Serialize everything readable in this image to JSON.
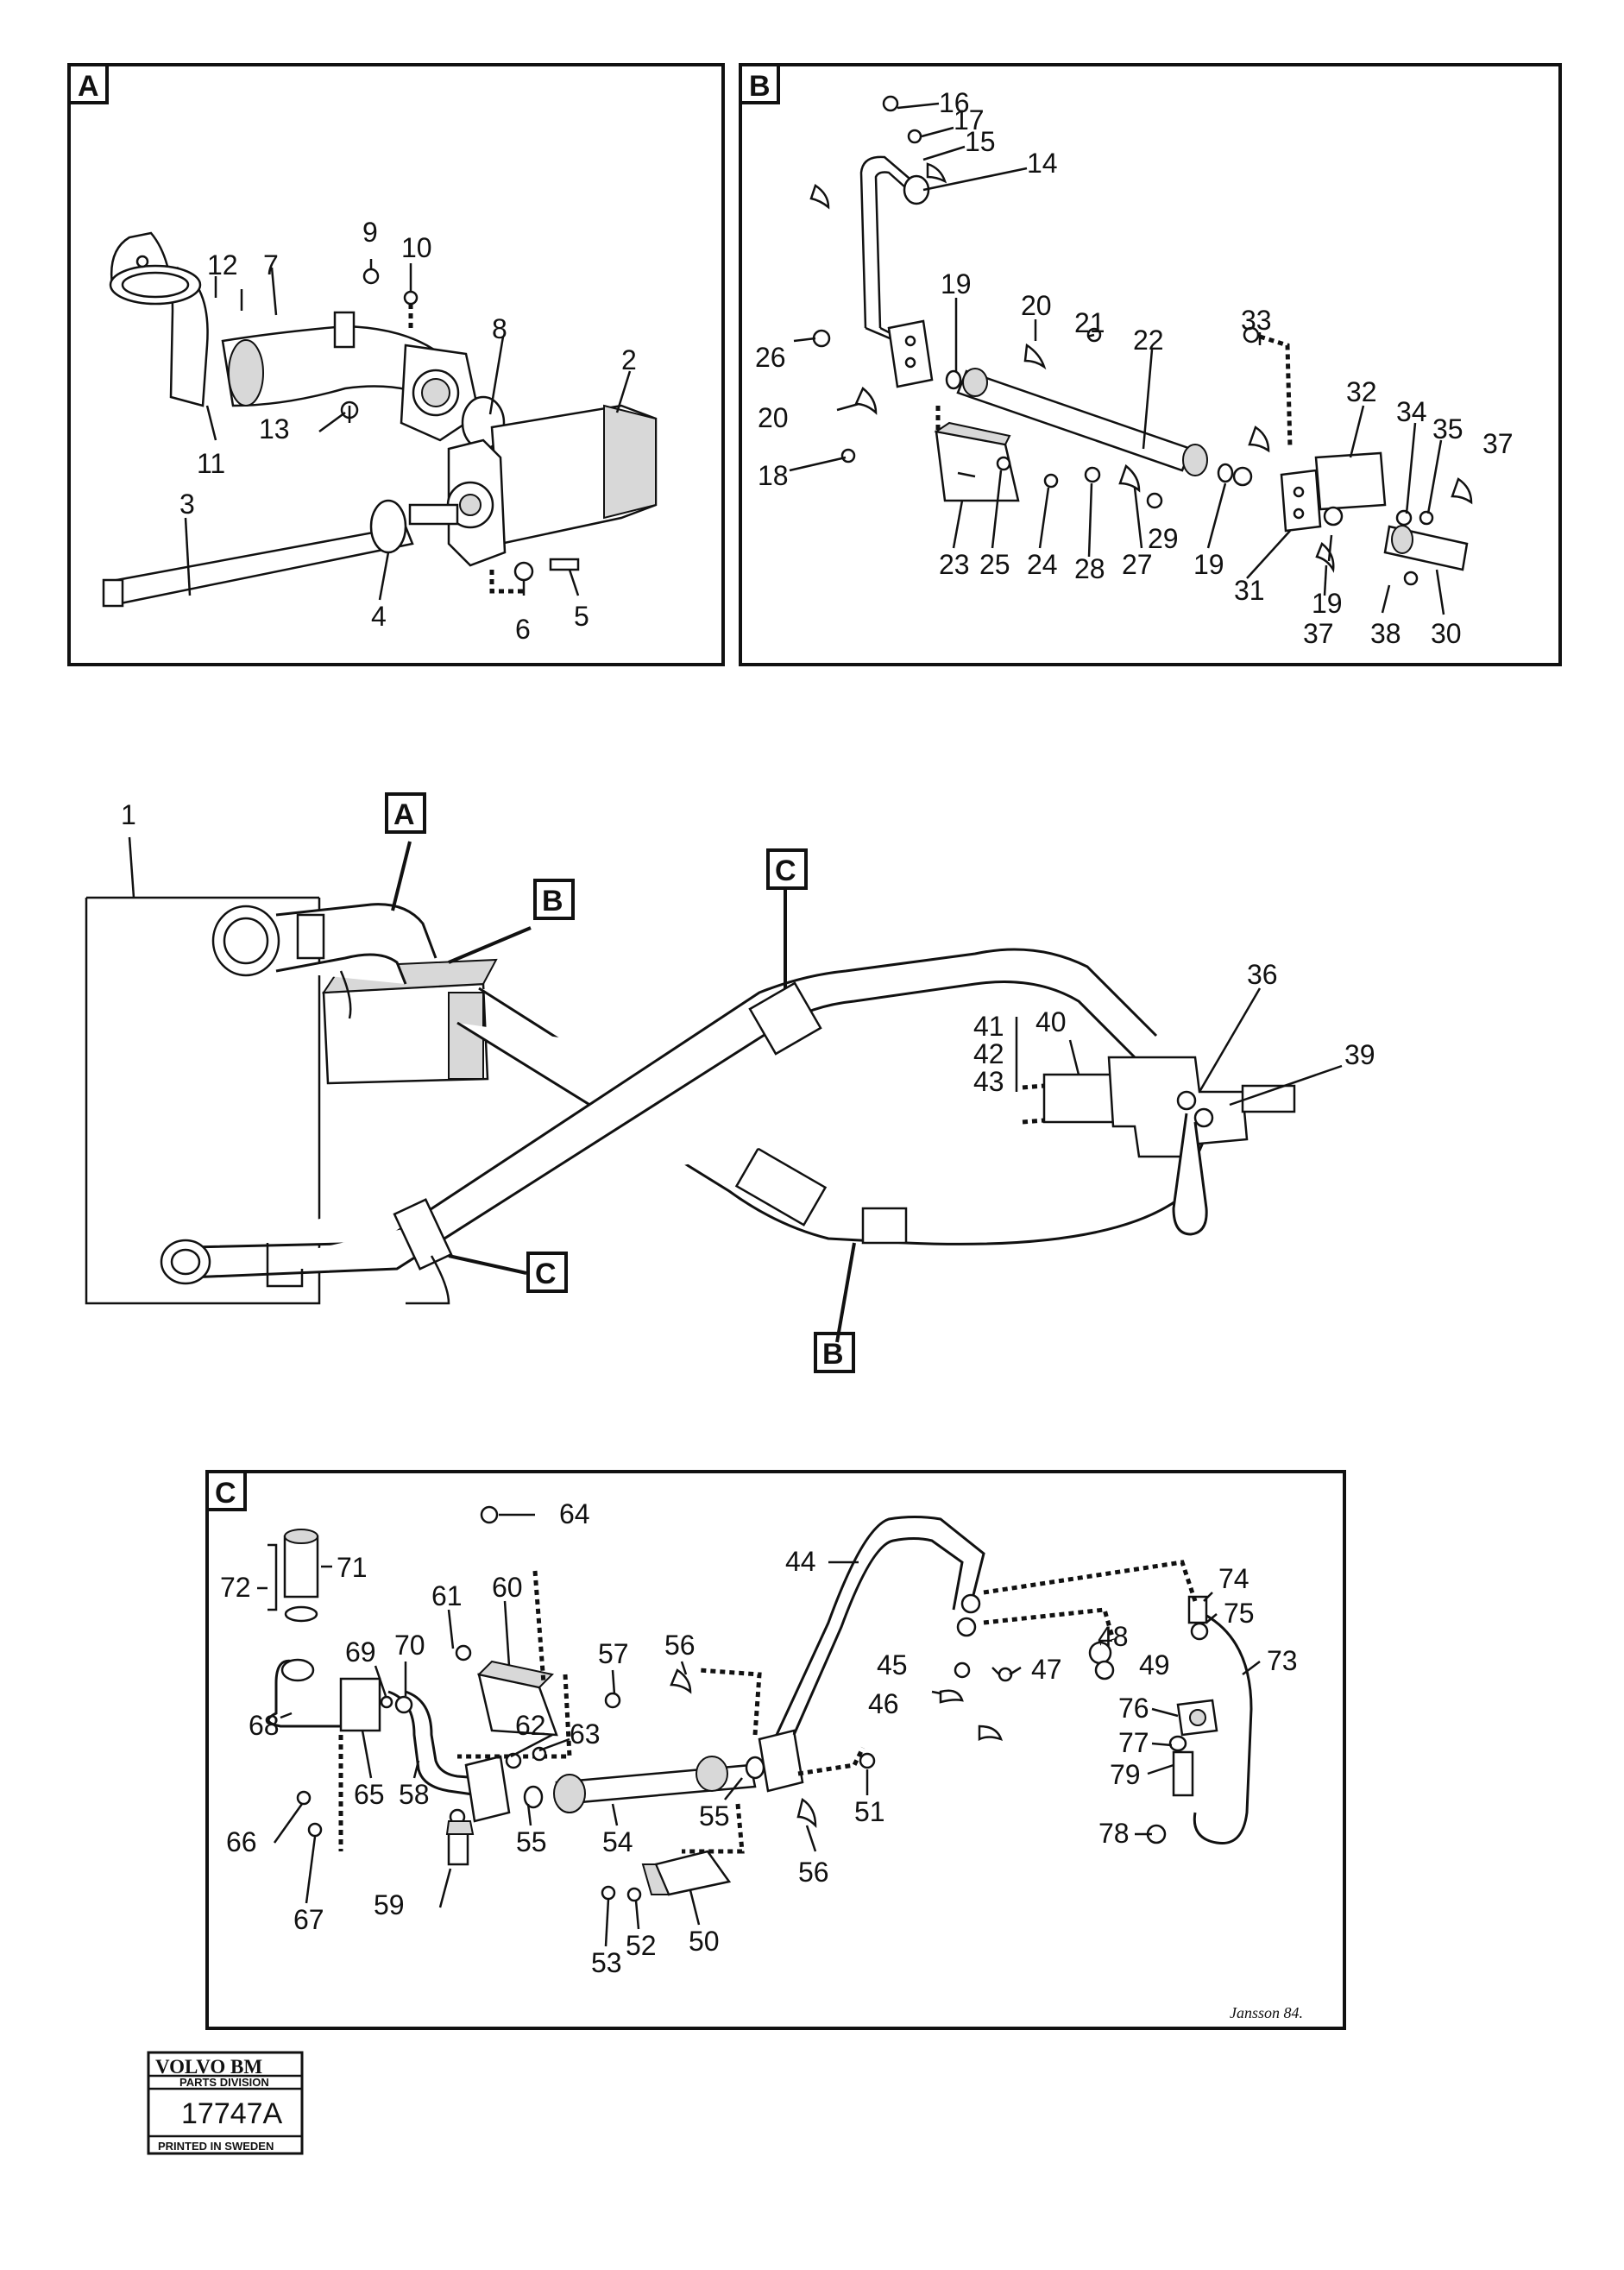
{
  "panels": {
    "A": {
      "tag": "A",
      "labels": [
        {
          "text": "12",
          "key": "a12"
        },
        {
          "text": "7",
          "key": "a7"
        },
        {
          "text": "9",
          "key": "a9"
        },
        {
          "text": "10",
          "key": "a10"
        },
        {
          "text": "8",
          "key": "a8"
        },
        {
          "text": "2",
          "key": "a2"
        },
        {
          "text": "13",
          "key": "a13"
        },
        {
          "text": "11",
          "key": "a11"
        },
        {
          "text": "3",
          "key": "a3"
        },
        {
          "text": "4",
          "key": "a4"
        },
        {
          "text": "6",
          "key": "a6"
        },
        {
          "text": "5",
          "key": "a5"
        }
      ]
    },
    "B": {
      "tag": "B",
      "labels": [
        {
          "text": "16"
        },
        {
          "text": "17"
        },
        {
          "text": "15"
        },
        {
          "text": "14"
        },
        {
          "text": "19"
        },
        {
          "text": "20"
        },
        {
          "text": "21"
        },
        {
          "text": "22"
        },
        {
          "text": "33"
        },
        {
          "text": "26"
        },
        {
          "text": "32"
        },
        {
          "text": "34"
        },
        {
          "text": "35"
        },
        {
          "text": "37"
        },
        {
          "text": "20"
        },
        {
          "text": "18"
        },
        {
          "text": "23"
        },
        {
          "text": "25"
        },
        {
          "text": "24"
        },
        {
          "text": "28"
        },
        {
          "text": "27"
        },
        {
          "text": "29"
        },
        {
          "text": "19"
        },
        {
          "text": "31"
        },
        {
          "text": "19"
        },
        {
          "text": "37"
        },
        {
          "text": "38"
        },
        {
          "text": "30"
        }
      ]
    },
    "C": {
      "tag": "C",
      "labels": [
        {
          "text": "64"
        },
        {
          "text": "71"
        },
        {
          "text": "72"
        },
        {
          "text": "61"
        },
        {
          "text": "60"
        },
        {
          "text": "44"
        },
        {
          "text": "74"
        },
        {
          "text": "75"
        },
        {
          "text": "73"
        },
        {
          "text": "69"
        },
        {
          "text": "70"
        },
        {
          "text": "57"
        },
        {
          "text": "56"
        },
        {
          "text": "48"
        },
        {
          "text": "49"
        },
        {
          "text": "45"
        },
        {
          "text": "47"
        },
        {
          "text": "46"
        },
        {
          "text": "76"
        },
        {
          "text": "77"
        },
        {
          "text": "79"
        },
        {
          "text": "68"
        },
        {
          "text": "62"
        },
        {
          "text": "63"
        },
        {
          "text": "65"
        },
        {
          "text": "58"
        },
        {
          "text": "55"
        },
        {
          "text": "54"
        },
        {
          "text": "55"
        },
        {
          "text": "51"
        },
        {
          "text": "56"
        },
        {
          "text": "78"
        },
        {
          "text": "66"
        },
        {
          "text": "67"
        },
        {
          "text": "59"
        },
        {
          "text": "53"
        },
        {
          "text": "52"
        },
        {
          "text": "50"
        }
      ]
    }
  },
  "overview": {
    "labels": [
      {
        "text": "1"
      },
      {
        "text": "A"
      },
      {
        "text": "B"
      },
      {
        "text": "C"
      },
      {
        "text": "36"
      },
      {
        "text": "41"
      },
      {
        "text": "42"
      },
      {
        "text": "43"
      },
      {
        "text": "40"
      },
      {
        "text": "39"
      },
      {
        "text": "C"
      },
      {
        "text": "B"
      }
    ]
  },
  "stamp": {
    "brand": "VOLVO BM",
    "division": "PARTS DIVISION",
    "number": "17747A",
    "footer": "PRINTED IN SWEDEN"
  },
  "signature": "Jansson 84."
}
